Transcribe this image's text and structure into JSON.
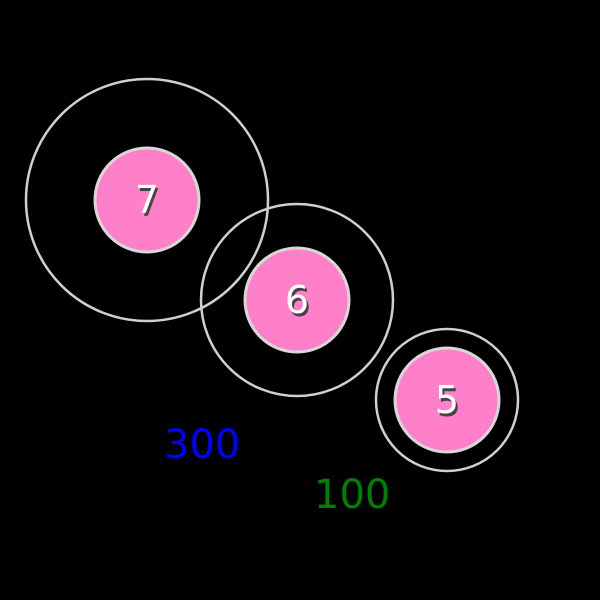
{
  "colors": {
    "background": "#000000",
    "hit_circle_fill": "#ff80c8",
    "hit_circle_border": "#d8d8d8",
    "approach_circle": "#d0d0d0",
    "label_text": "#ffffff",
    "score_300": "#0000ff",
    "score_100": "#008000"
  },
  "hit_objects": [
    {
      "number": "7",
      "approach_scale": 2.4
    },
    {
      "number": "6",
      "approach_scale": 1.9
    },
    {
      "number": "5",
      "approach_scale": 1.4
    }
  ],
  "score_popups": {
    "great": "300",
    "ok": "100"
  }
}
